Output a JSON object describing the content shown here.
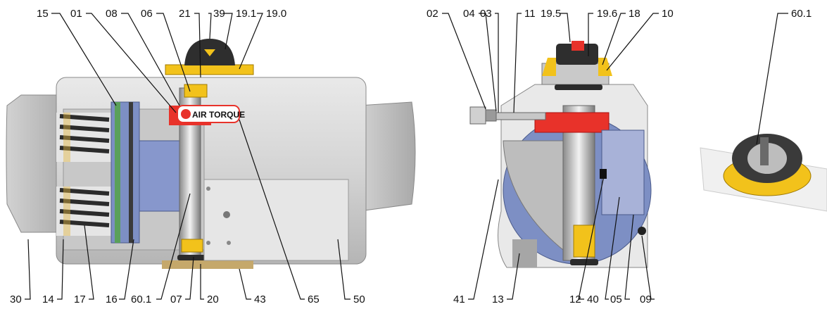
{
  "brand_label": "AIR TORQUE",
  "labels": {
    "l15": "15",
    "l01": "01",
    "l08": "08",
    "l06": "06",
    "l21": "21",
    "l39": "39",
    "l191": "19.1",
    "l190": "19.0",
    "l02": "02",
    "l04": "04",
    "l03": "03",
    "l11": "11",
    "l195": "19.5",
    "l196": "19.6",
    "l18": "18",
    "l10": "10",
    "l601top": "60.1",
    "l30": "30",
    "l14": "14",
    "l17": "17",
    "l16": "16",
    "l601": "60.1",
    "l07": "07",
    "l20": "20",
    "l43": "43",
    "l65": "65",
    "l50": "50",
    "l41": "41",
    "l13": "13",
    "l12": "12",
    "l40": "40",
    "l05": "05",
    "l09": "09"
  },
  "colors": {
    "red": "#e8322a",
    "yellow": "#f2c21b",
    "blue": "#7d8fc4",
    "green": "#5aa05a",
    "steel": "#b9b9b9",
    "dark": "#3a3a3a"
  }
}
